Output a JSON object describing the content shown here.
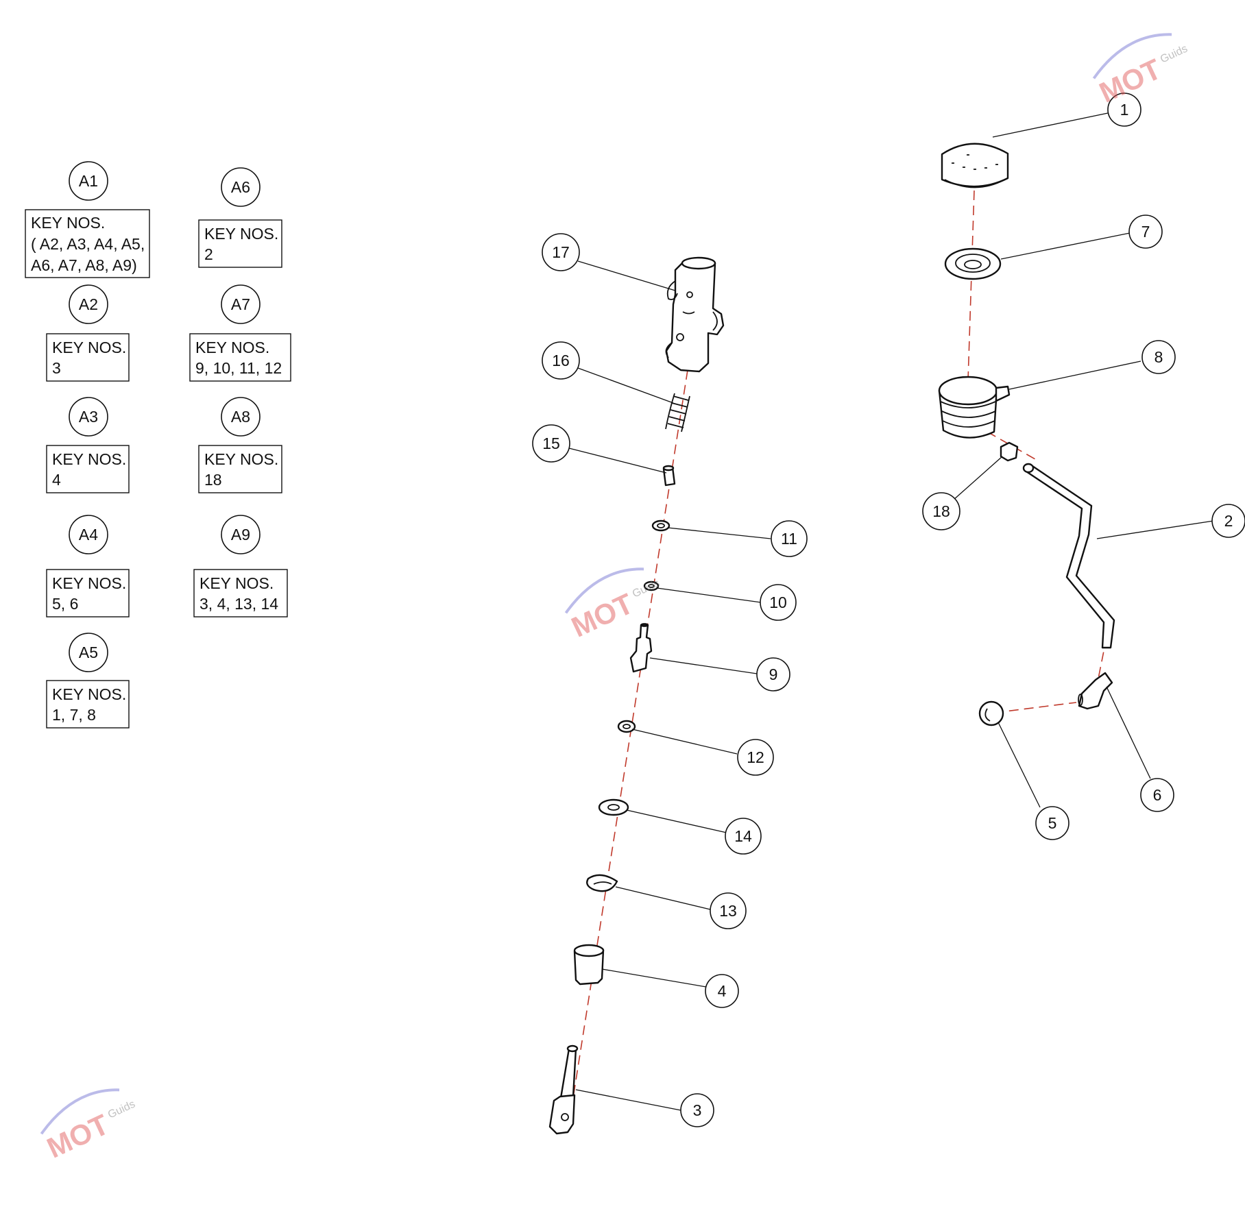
{
  "assembly_keys": [
    {
      "id": "A1",
      "heading": "KEY NOS.",
      "lines": [
        "( A2, A3, A4, A5,",
        "A6, A7, A8, A9)"
      ]
    },
    {
      "id": "A2",
      "heading": "KEY NOS.",
      "lines": [
        "3"
      ]
    },
    {
      "id": "A3",
      "heading": "KEY NOS.",
      "lines": [
        "4"
      ]
    },
    {
      "id": "A4",
      "heading": "KEY NOS.",
      "lines": [
        "5, 6"
      ]
    },
    {
      "id": "A5",
      "heading": "KEY NOS.",
      "lines": [
        "1, 7, 8"
      ]
    },
    {
      "id": "A6",
      "heading": "KEY NOS.",
      "lines": [
        "2"
      ]
    },
    {
      "id": "A7",
      "heading": "KEY NOS.",
      "lines": [
        "9, 10, 11, 12"
      ]
    },
    {
      "id": "A8",
      "heading": "KEY NOS.",
      "lines": [
        "18"
      ]
    },
    {
      "id": "A9",
      "heading": "KEY NOS.",
      "lines": [
        "3, 4, 13, 14"
      ]
    }
  ],
  "callouts": [
    "1",
    "2",
    "3",
    "4",
    "5",
    "6",
    "7",
    "8",
    "9",
    "10",
    "11",
    "12",
    "13",
    "14",
    "15",
    "16",
    "17",
    "18"
  ],
  "watermark": {
    "brand": "MOT",
    "suffix": "Guids"
  },
  "colors": {
    "axis": "#c0392b",
    "line": "#111111",
    "watermark_red": "#e05050",
    "watermark_blue": "#6a6ad0"
  }
}
